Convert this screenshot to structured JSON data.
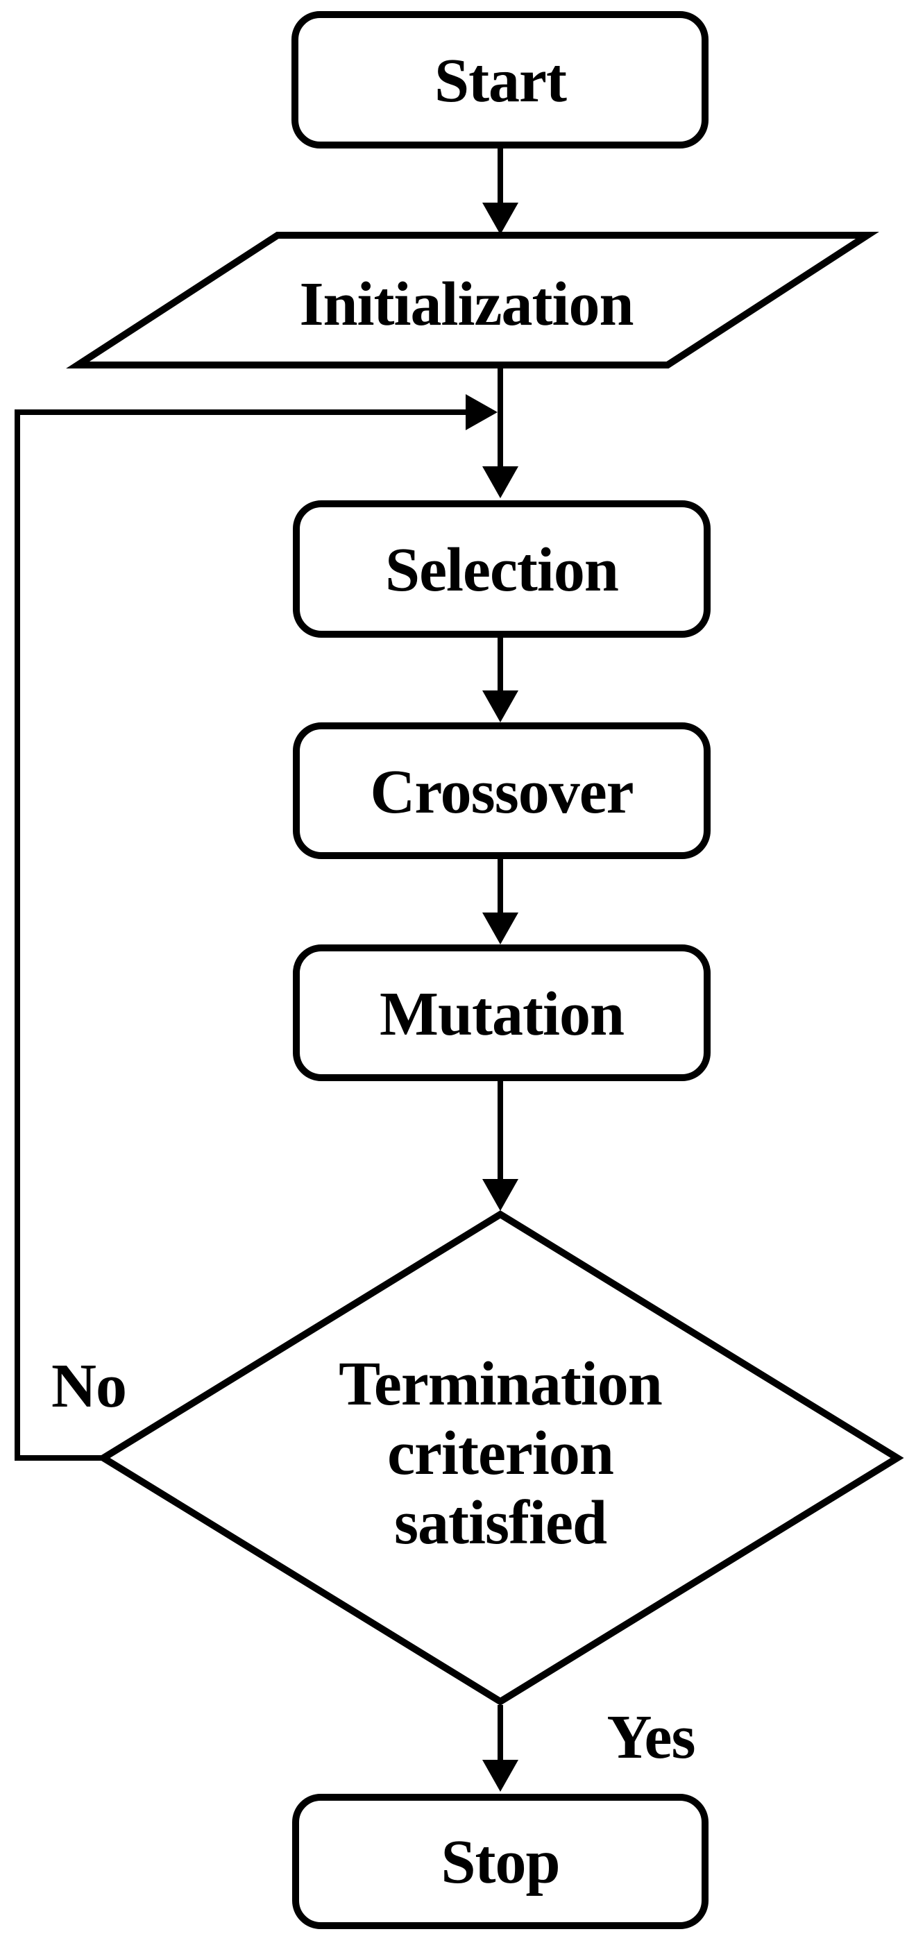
{
  "flowchart": {
    "nodes": [
      {
        "id": "start",
        "type": "terminator",
        "label": "Start"
      },
      {
        "id": "initialization",
        "type": "input-output",
        "label": "Initialization"
      },
      {
        "id": "selection",
        "type": "process",
        "label": "Selection"
      },
      {
        "id": "crossover",
        "type": "process",
        "label": "Crossover"
      },
      {
        "id": "mutation",
        "type": "process",
        "label": "Mutation"
      },
      {
        "id": "termination",
        "type": "decision",
        "label_lines": [
          "Termination",
          "criterion",
          "satisfied"
        ]
      },
      {
        "id": "stop",
        "type": "terminator",
        "label": "Stop"
      }
    ],
    "branch_labels": {
      "no": "No",
      "yes": "Yes"
    },
    "colors": {
      "ink": "#000000",
      "background": "#ffffff"
    }
  }
}
